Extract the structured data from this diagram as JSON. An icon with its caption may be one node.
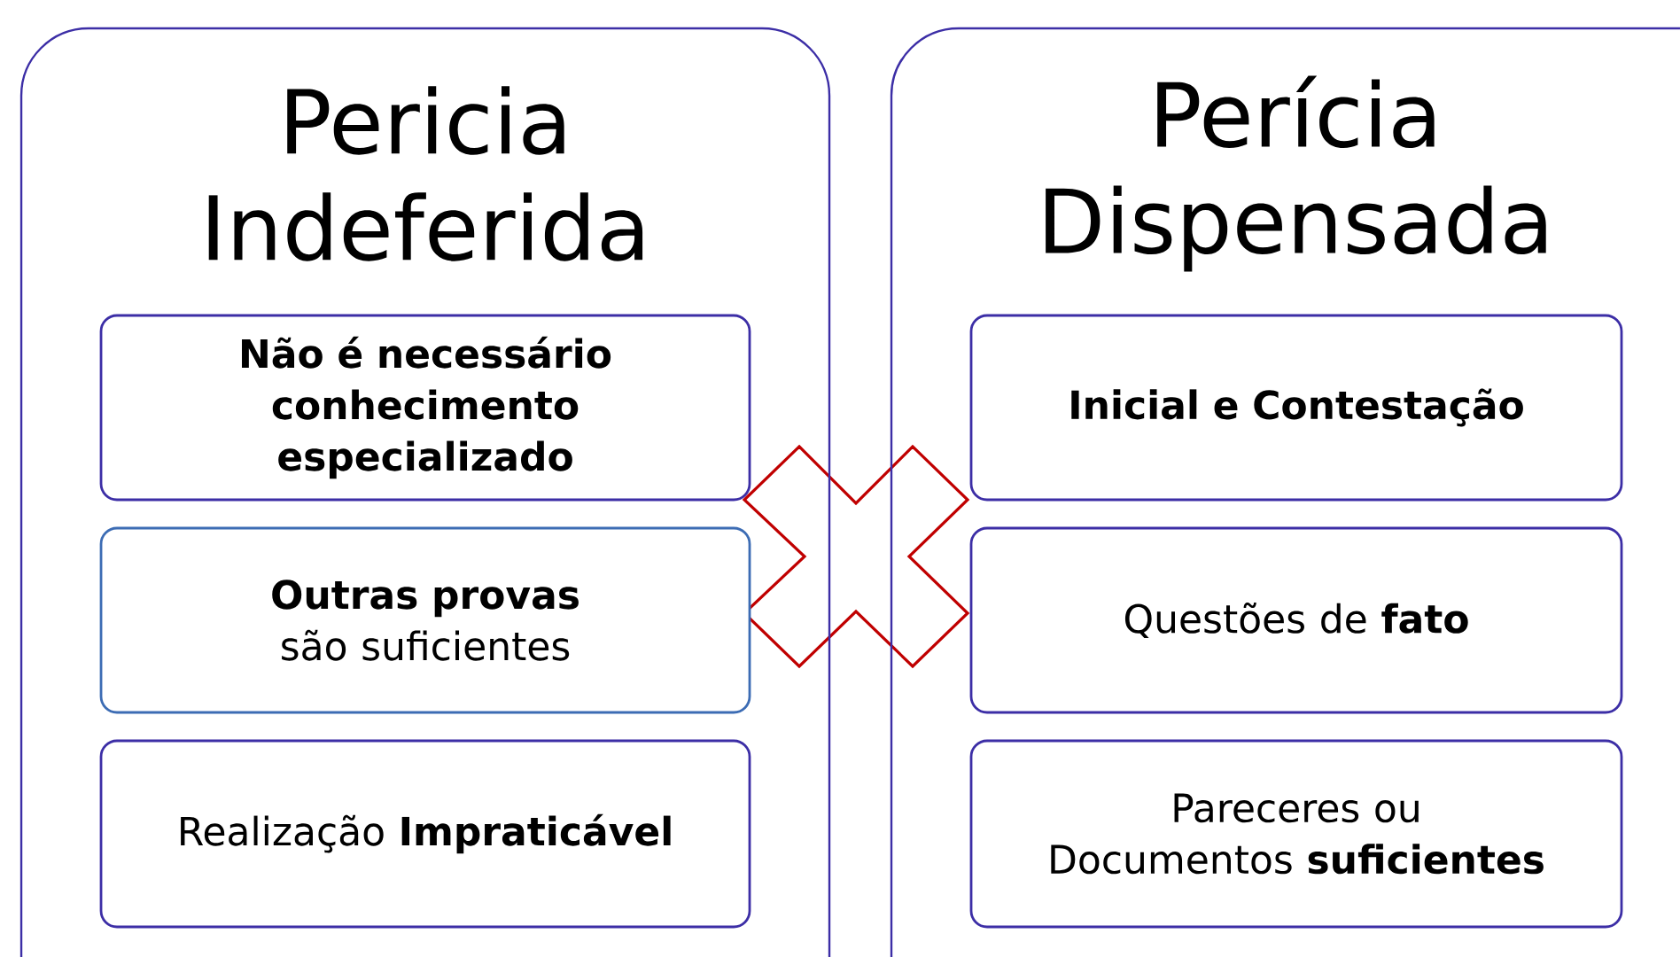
{
  "diagram": {
    "nodes": [
      {
        "text": [
          "Pericia Indeferida"
        ]
      },
      {
        "text": [
          "Não é necessário conhecimento especializado"
        ],
        "in": 0
      },
      {
        "text": [
          "**Outras provas** são suficientes"
        ],
        "in": 0
      },
      {
        "text": [
          "Realização **Impraticável**"
        ],
        "in": 0
      },
      {
        "text": [
          "Perícia Dispensada"
        ]
      },
      {
        "text": [
          "Inicial e Contestação"
        ],
        "in": 4
      },
      {
        "text": [
          "Questões de **fato**"
        ],
        "in": 4
      },
      {
        "text": [
          "Pareceres ou Documentos **suficientes**"
        ],
        "in": 4
      },
      {
        "text": [],
        "shape": "cross"
      }
    ]
  }
}
